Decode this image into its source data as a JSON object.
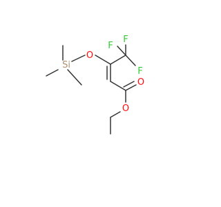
{
  "molecule": {
    "atoms": {
      "F_top": "F",
      "F_left": "F",
      "F_bottom": "F",
      "O_ether": "O",
      "Si": "Si",
      "O_carbonyl": "O",
      "O_ester": "O"
    },
    "colors": {
      "bond": "#333333",
      "oxygen": "#ff0d0d",
      "fluorine": "#33cc33",
      "silicon": "#b09070"
    }
  }
}
